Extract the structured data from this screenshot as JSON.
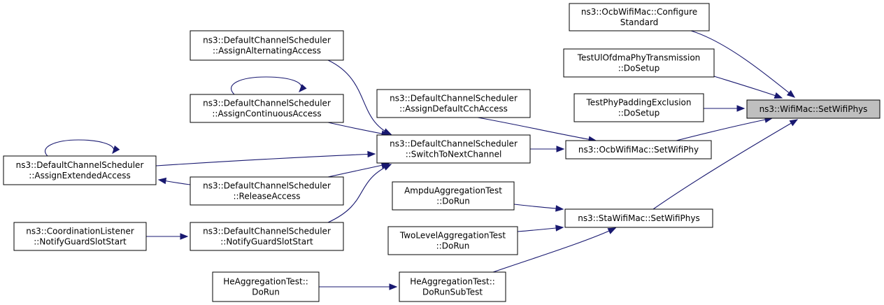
{
  "graph": {
    "title": "",
    "colors": {
      "edge": "#191970",
      "node_border": "#000000",
      "focus_fill": "#bfbfbf",
      "node_fill": "#ffffff"
    },
    "nodes": {
      "setwifiphys": {
        "lines": [
          "ns3::WifiMac::SetWifiPhys"
        ]
      },
      "ocb_configure": {
        "lines": [
          "ns3::OcbWifiMac::Configure",
          "Standard"
        ]
      },
      "ul_ofdma": {
        "lines": [
          "TestUlOfdmaPhyTransmission",
          "::DoSetup"
        ]
      },
      "phy_padding": {
        "lines": [
          "TestPhyPaddingExclusion",
          "::DoSetup"
        ]
      },
      "ocb_setwifiphy": {
        "lines": [
          "ns3::OcbWifiMac::SetWifiPhy"
        ]
      },
      "sta_setwifiphys": {
        "lines": [
          "ns3::StaWifiMac::SetWifiPhys"
        ]
      },
      "assign_default": {
        "lines": [
          "ns3::DefaultChannelScheduler",
          "::AssignDefaultCchAccess"
        ]
      },
      "switch_next": {
        "lines": [
          "ns3::DefaultChannelScheduler",
          "::SwitchToNextChannel"
        ]
      },
      "assign_alternating": {
        "lines": [
          "ns3::DefaultChannelScheduler",
          "::AssignAlternatingAccess"
        ]
      },
      "assign_continuous": {
        "lines": [
          "ns3::DefaultChannelScheduler",
          "::AssignContinuousAccess"
        ]
      },
      "assign_extended": {
        "lines": [
          "ns3::DefaultChannelScheduler",
          "::AssignExtendedAccess"
        ]
      },
      "release_access": {
        "lines": [
          "ns3::DefaultChannelScheduler",
          "::ReleaseAccess"
        ]
      },
      "notify_guard_dcs": {
        "lines": [
          "ns3::DefaultChannelScheduler",
          "::NotifyGuardSlotStart"
        ]
      },
      "notify_guard_cl": {
        "lines": [
          "ns3::CoordinationListener",
          "::NotifyGuardSlotStart"
        ]
      },
      "ampdu": {
        "lines": [
          "AmpduAggregationTest",
          "::DoRun"
        ]
      },
      "two_level": {
        "lines": [
          "TwoLevelAggregationTest",
          "::DoRun"
        ]
      },
      "he_dorunsub": {
        "lines": [
          "HeAggregationTest::",
          "DoRunSubTest"
        ]
      },
      "he_dorun": {
        "lines": [
          "HeAggregationTest::",
          "DoRun"
        ]
      }
    },
    "edges": [
      {
        "from": "ocb_configure",
        "to": "setwifiphys"
      },
      {
        "from": "ul_ofdma",
        "to": "setwifiphys"
      },
      {
        "from": "phy_padding",
        "to": "setwifiphys"
      },
      {
        "from": "ocb_setwifiphy",
        "to": "setwifiphys"
      },
      {
        "from": "sta_setwifiphys",
        "to": "setwifiphys"
      },
      {
        "from": "assign_default",
        "to": "ocb_setwifiphy"
      },
      {
        "from": "switch_next",
        "to": "ocb_setwifiphy"
      },
      {
        "from": "assign_alternating",
        "to": "switch_next"
      },
      {
        "from": "assign_continuous",
        "to": "switch_next"
      },
      {
        "from": "assign_continuous",
        "to": "assign_continuous"
      },
      {
        "from": "assign_extended",
        "to": "switch_next"
      },
      {
        "from": "assign_extended",
        "to": "assign_extended"
      },
      {
        "from": "release_access",
        "to": "switch_next"
      },
      {
        "from": "notify_guard_dcs",
        "to": "switch_next"
      },
      {
        "from": "release_access",
        "to": "assign_extended"
      },
      {
        "from": "notify_guard_cl",
        "to": "notify_guard_dcs"
      },
      {
        "from": "ampdu",
        "to": "sta_setwifiphys"
      },
      {
        "from": "two_level",
        "to": "sta_setwifiphys"
      },
      {
        "from": "he_dorunsub",
        "to": "sta_setwifiphys"
      },
      {
        "from": "he_dorun",
        "to": "he_dorunsub"
      }
    ]
  }
}
